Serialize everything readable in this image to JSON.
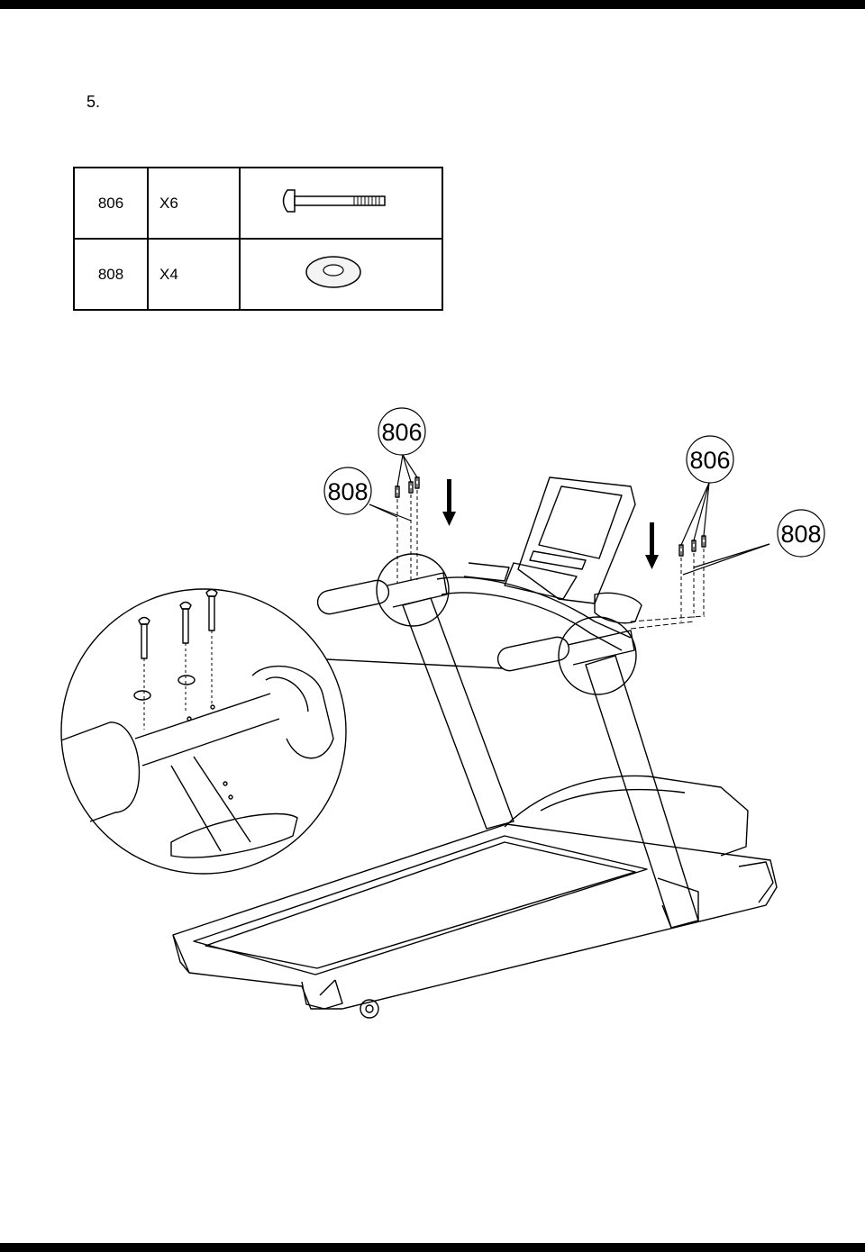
{
  "step": {
    "number": "5."
  },
  "parts_table": {
    "rows": [
      {
        "code": "806",
        "qty": "X6",
        "icon": "bolt-icon"
      },
      {
        "code": "808",
        "qty": "X4",
        "icon": "washer-icon"
      }
    ]
  },
  "callouts": {
    "left_washer": "808",
    "left_bolt": "806",
    "right_bolt": "806",
    "right_washer": "808"
  }
}
